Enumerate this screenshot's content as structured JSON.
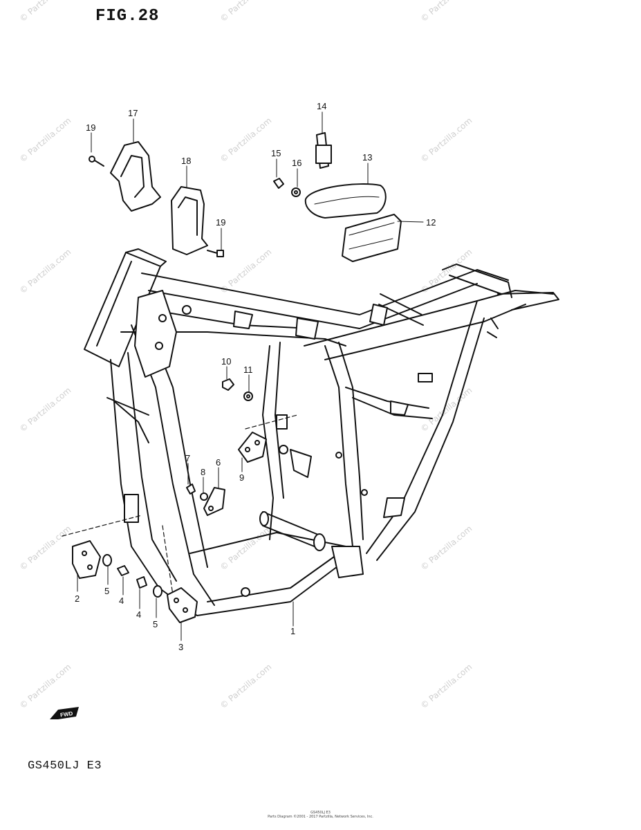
{
  "figure": {
    "title": "FIG.28"
  },
  "model": {
    "code": "GS450LJ  E3"
  },
  "footer": {
    "line1": "GS450LJ E3",
    "line2": "Parts Diagram ©2001 - 2017 Partzilla, Network Services, Inc."
  },
  "watermark": "© Partzilla.com",
  "direction_badge": {
    "label": "FWD",
    "icon": "fwd-arrow-icon"
  },
  "callouts": [
    {
      "id": "c1",
      "label": "1"
    },
    {
      "id": "c2",
      "label": "2"
    },
    {
      "id": "c3",
      "label": "3"
    },
    {
      "id": "c4a",
      "label": "4"
    },
    {
      "id": "c4b",
      "label": "4"
    },
    {
      "id": "c5a",
      "label": "5"
    },
    {
      "id": "c5b",
      "label": "5"
    },
    {
      "id": "c6",
      "label": "6"
    },
    {
      "id": "c7",
      "label": "7"
    },
    {
      "id": "c8",
      "label": "8"
    },
    {
      "id": "c9",
      "label": "9"
    },
    {
      "id": "c10",
      "label": "10"
    },
    {
      "id": "c11",
      "label": "11"
    },
    {
      "id": "c12",
      "label": "12"
    },
    {
      "id": "c13",
      "label": "13"
    },
    {
      "id": "c14",
      "label": "14"
    },
    {
      "id": "c15",
      "label": "15"
    },
    {
      "id": "c16",
      "label": "16"
    },
    {
      "id": "c17",
      "label": "17"
    },
    {
      "id": "c18",
      "label": "18"
    },
    {
      "id": "c19a",
      "label": "19"
    },
    {
      "id": "c19b",
      "label": "19"
    }
  ]
}
